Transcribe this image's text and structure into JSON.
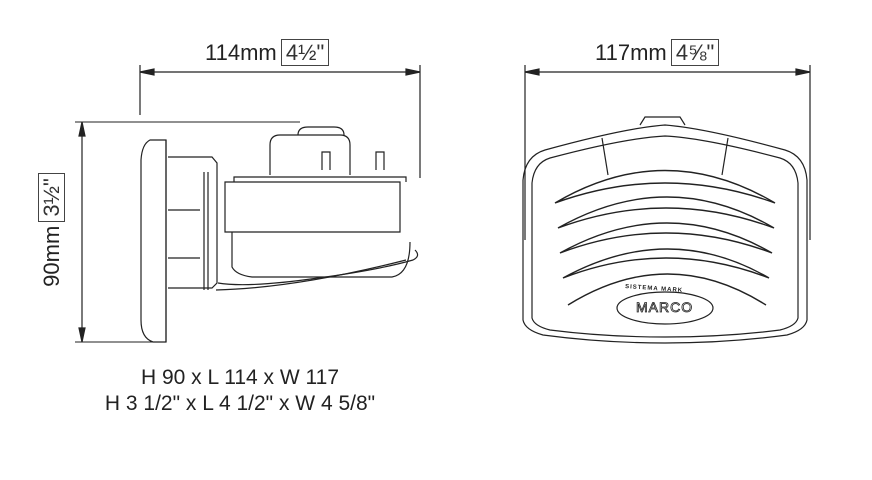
{
  "side_view": {
    "length_mm": "114mm",
    "length_in": "4½\""
  },
  "front_view": {
    "width_mm": "117mm",
    "width_in": "4⅝\""
  },
  "height": {
    "height_mm": "90mm",
    "height_in": "3½\""
  },
  "logo": {
    "brand": "MARCO",
    "tagline": "SISTEMA MARK"
  },
  "caption": {
    "metric": "H 90 x L 114 x W 117",
    "imperial": "H 3 1/2\" x L 4 1/2\" x W 4 5/8\""
  }
}
